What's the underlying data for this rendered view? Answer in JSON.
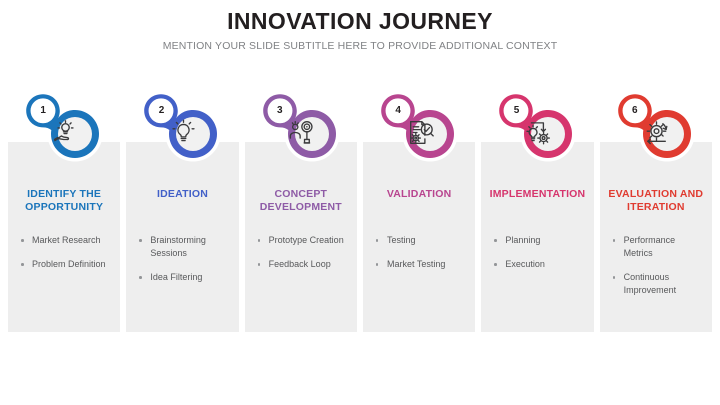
{
  "header": {
    "title": "INNOVATION JOURNEY",
    "subtitle": "MENTION YOUR SLIDE SUBTITLE HERE TO PROVIDE ADDITIONAL CONTEXT",
    "title_color": "#231f20",
    "subtitle_color": "#808285"
  },
  "card_background": "#eeeeee",
  "steps": [
    {
      "number": "1",
      "heading": "IDENTIFY THE OPPORTUNITY",
      "color": "#1b75bb",
      "icon": "hand-holding-lightbulb-icon",
      "bullets": [
        "Market Research",
        "Problem Definition"
      ]
    },
    {
      "number": "2",
      "heading": "IDEATION",
      "color": "#4260c8",
      "icon": "lightbulb-icon",
      "bullets": [
        "Brainstorming Sessions",
        "Idea Filtering"
      ]
    },
    {
      "number": "3",
      "heading": "CONCEPT DEVELOPMENT",
      "color": "#8e5ba6",
      "icon": "person-target-idea-icon",
      "bullets": [
        "Prototype Creation",
        "Feedback Loop"
      ]
    },
    {
      "number": "4",
      "heading": "VALIDATION",
      "color": "#b8458f",
      "icon": "document-gear-check-icon",
      "bullets": [
        "Testing",
        "Market Testing"
      ]
    },
    {
      "number": "5",
      "heading": "IMPLEMENTATION",
      "color": "#d6356d",
      "icon": "lightbulb-gear-arrow-icon",
      "bullets": [
        "Planning",
        "Execution"
      ]
    },
    {
      "number": "6",
      "heading": "EVALUATION AND ITERATION",
      "color": "#e03b30",
      "icon": "gear-refresh-icon",
      "bullets": [
        "Performance Metrics",
        "Continuous Improvement"
      ]
    }
  ]
}
